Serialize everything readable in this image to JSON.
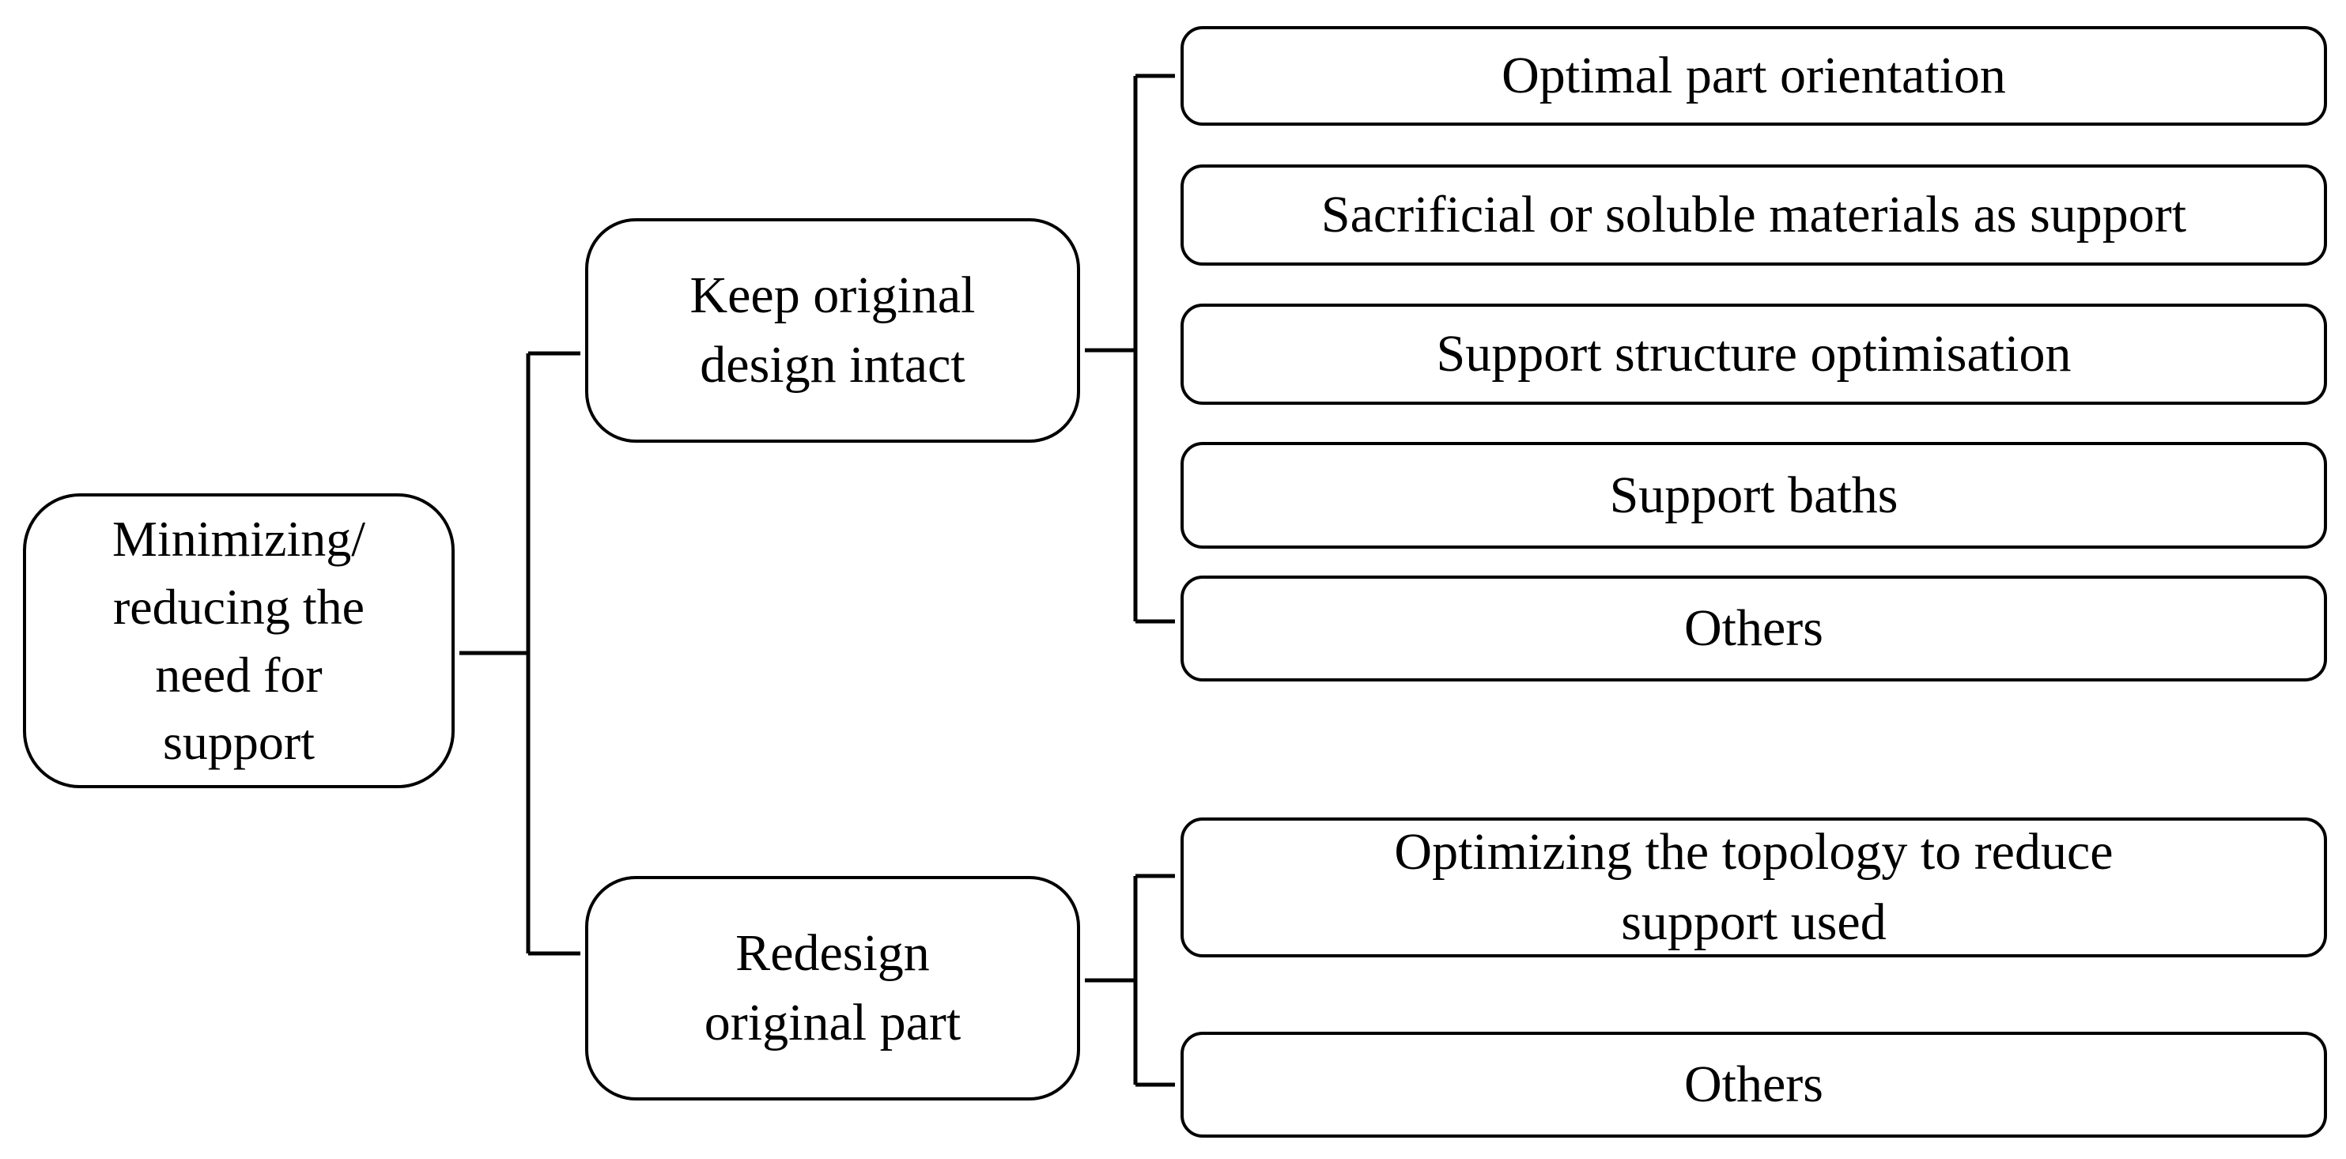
{
  "diagram": {
    "root": {
      "lines": [
        "Minimizing/",
        "reducing the",
        "need for",
        "support"
      ]
    },
    "branches": [
      {
        "lines": [
          "Keep original",
          "design intact"
        ],
        "children": [
          {
            "lines": [
              "Optimal part orientation"
            ]
          },
          {
            "lines": [
              "Sacrificial or soluble materials as support"
            ]
          },
          {
            "lines": [
              "Support structure optimisation"
            ]
          },
          {
            "lines": [
              "Support baths"
            ]
          },
          {
            "lines": [
              "Others"
            ]
          }
        ]
      },
      {
        "lines": [
          "Redesign",
          "original part"
        ],
        "children": [
          {
            "lines": [
              "Optimizing the topology to reduce",
              "support used"
            ]
          },
          {
            "lines": [
              "Others"
            ]
          }
        ]
      }
    ]
  }
}
